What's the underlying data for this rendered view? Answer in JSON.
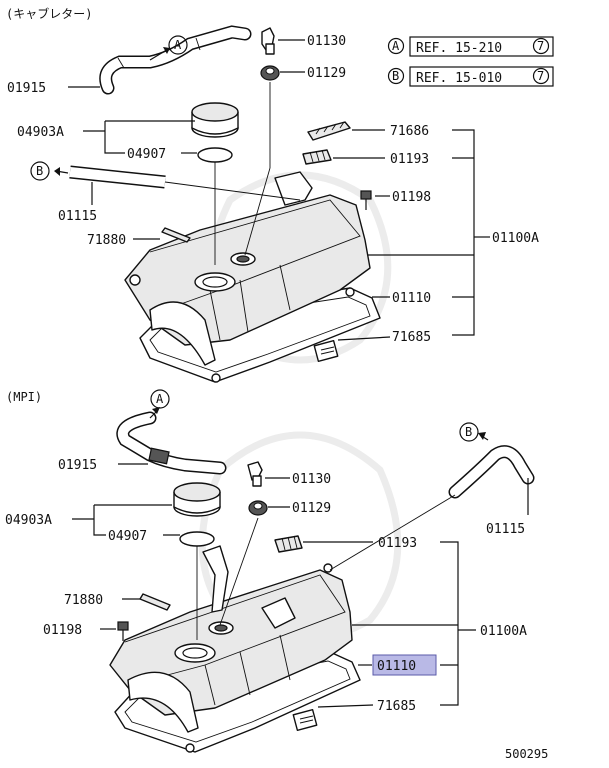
{
  "sections": {
    "carb": "(キャブレター)",
    "mpi": "(MPI)"
  },
  "refs": [
    {
      "letter": "A",
      "text": "REF. 15-210",
      "num": "7"
    },
    {
      "letter": "B",
      "text": "REF. 15-010",
      "num": "7"
    }
  ],
  "carb_labels": {
    "p01130": "01130",
    "p01129": "01129",
    "p01915": "01915",
    "p04903A": "04903A",
    "p04907": "04907",
    "p71686": "71686",
    "p01193": "01193",
    "p01198": "01198",
    "p01115": "01115",
    "p01100A": "01100A",
    "p71880": "71880",
    "p01110": "01110",
    "p71685": "71685"
  },
  "mpi_labels": {
    "p01915": "01915",
    "p01130": "01130",
    "p04903A": "04903A",
    "p01129": "01129",
    "p04907": "04907",
    "p01193": "01193",
    "p01115": "01115",
    "p71880": "71880",
    "p01198": "01198",
    "p01100A": "01100A",
    "p01110": "01110",
    "p71685": "71685"
  },
  "hose_markers": {
    "a1": "A",
    "b1": "B",
    "a2": "A",
    "b2": "B"
  },
  "figure_number": "500295",
  "highlight": {
    "part": "01110",
    "color": "#b9b9e6"
  }
}
